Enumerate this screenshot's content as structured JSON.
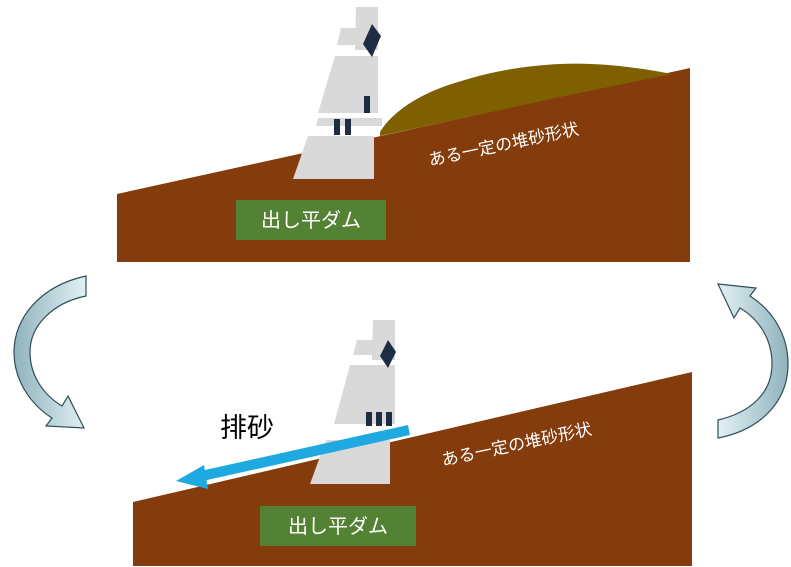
{
  "top_panel": {
    "dam_label": "出し平ダム",
    "sediment_label": "ある一定の堆砂形状"
  },
  "bottom_panel": {
    "dam_label": "出し平ダム",
    "sediment_label": "ある一定の堆砂形状",
    "flush_label": "排砂"
  },
  "colors": {
    "ground": "#843c0c",
    "sediment": "#7f6000",
    "dam": "#d9d9d9",
    "label_box": "#548235",
    "flush_arrow": "#1fa9e1",
    "cycle_arrow_dark": "#8fb3bd",
    "cycle_arrow_light": "#ddeef2",
    "window": "#1f2d44"
  }
}
